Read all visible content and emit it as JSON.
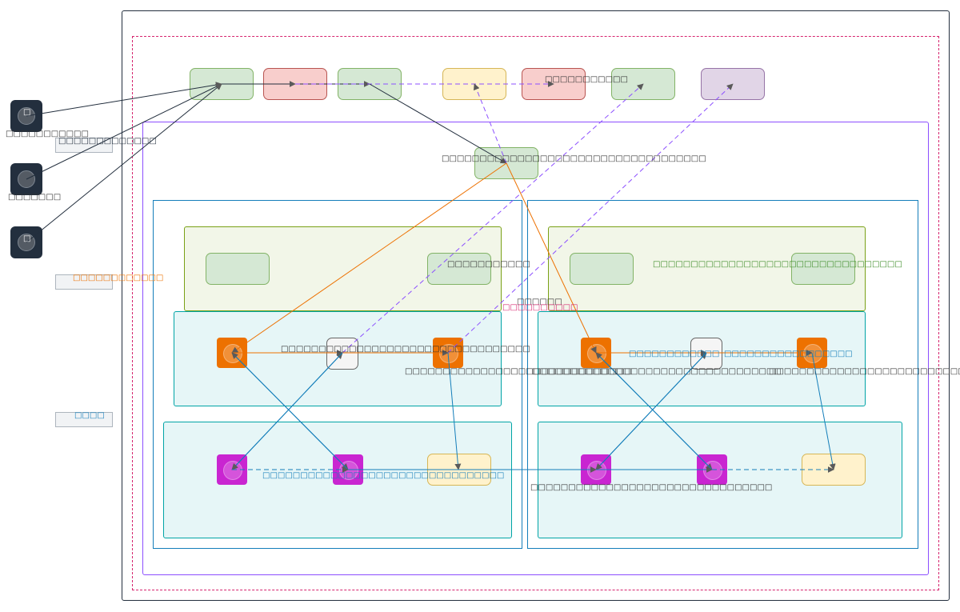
{
  "diagram": {
    "external_actors": [
      {
        "id": "actor-1",
        "label": "□□□□□□□□□□□",
        "glyph": "□"
      },
      {
        "id": "actor-2",
        "label": "□□□□□□□"
      },
      {
        "id": "actor-3",
        "label": "",
        "glyph": "□"
      }
    ],
    "legend": {
      "box1": "□□□□□□□□□□□□□",
      "box2": "□□□□□□□□□□□□",
      "box3": "□□□□"
    },
    "top_row_labels": {
      "red2_label": "□□□□□□□□□□□"
    },
    "gateway_label": "□□□□□□□□□□□□□□□□□□□□□□□□□□□□□□□□□□□",
    "zone_left": {
      "subnet_label": "□□□□□□□□□□□",
      "pink_label": "□□□□□□",
      "pink_label2": "□□□□□□□□□□",
      "compute_edge_label": "□□□□□□□□□□□□□□□□□□□□□□□□□□□□□□□□□",
      "compute_right_label": "□□□□□□□□□□□□□□□□□□□□□□□□□□□□□□",
      "db_edge_label": "□□□□□□□□□□□□□□□□□□□□□□□□□□□□□□□□"
    },
    "zone_right": {
      "subnet_label": "□□□□□□□□□□□□□□□□□□□□□□□□□□□□□□□□□",
      "compute_edge_label_a": "□□□□□□□□□□□□",
      "compute_edge_label_b": "□□□□□□□□□□□□□□□□□",
      "compute_left_label": "□□□□□□□□□□□□□□□□□□□□□□□□□□□□□□□□□",
      "compute_right_label": "□□□□□□□□□□□□□□□□□□□□□□□□□□□□□□",
      "db_label": "□□□□□□□□□□□□□□□□□□□□□□□□□□□□□□□□"
    },
    "colors": {
      "outer_frame": "#232f3e",
      "region_dashed": "#d6246e",
      "vpc": "#8c4fff",
      "az": "#147eba",
      "subnet_public": "#7aa116",
      "subnet_private": "#00a4a6",
      "compute": "#ed7100",
      "database": "#c925d1",
      "edge_orange": "#ed7100",
      "edge_blue": "#147eba",
      "edge_purple_dashed": "#8c4fff"
    }
  }
}
